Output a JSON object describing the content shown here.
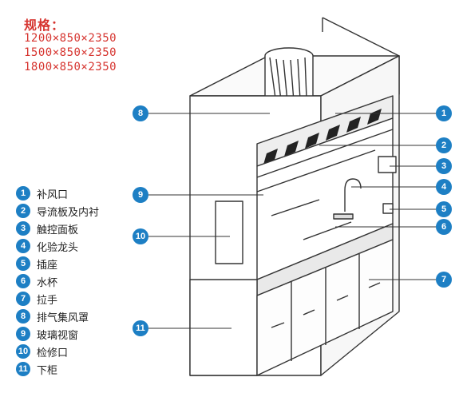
{
  "specs": {
    "title": "规格：",
    "sizes": [
      "1200×850×2350",
      "1500×850×2350",
      "1800×850×2350"
    ]
  },
  "legend": [
    {
      "num": "1",
      "label": "补风口"
    },
    {
      "num": "2",
      "label": "导流板及内衬"
    },
    {
      "num": "3",
      "label": "触控面板"
    },
    {
      "num": "4",
      "label": "化验龙头"
    },
    {
      "num": "5",
      "label": "插座"
    },
    {
      "num": "6",
      "label": "水杯"
    },
    {
      "num": "7",
      "label": "拉手"
    },
    {
      "num": "8",
      "label": "排气集风罩"
    },
    {
      "num": "9",
      "label": "玻璃视窗"
    },
    {
      "num": "10",
      "label": "检修口"
    },
    {
      "num": "11",
      "label": "下柜"
    }
  ],
  "callouts": [
    "1",
    "2",
    "3",
    "4",
    "5",
    "6",
    "7",
    "8",
    "9",
    "10",
    "11"
  ],
  "colors": {
    "spec_text": "#d6342f",
    "badge": "#1d7fc4",
    "line": "#333333"
  }
}
